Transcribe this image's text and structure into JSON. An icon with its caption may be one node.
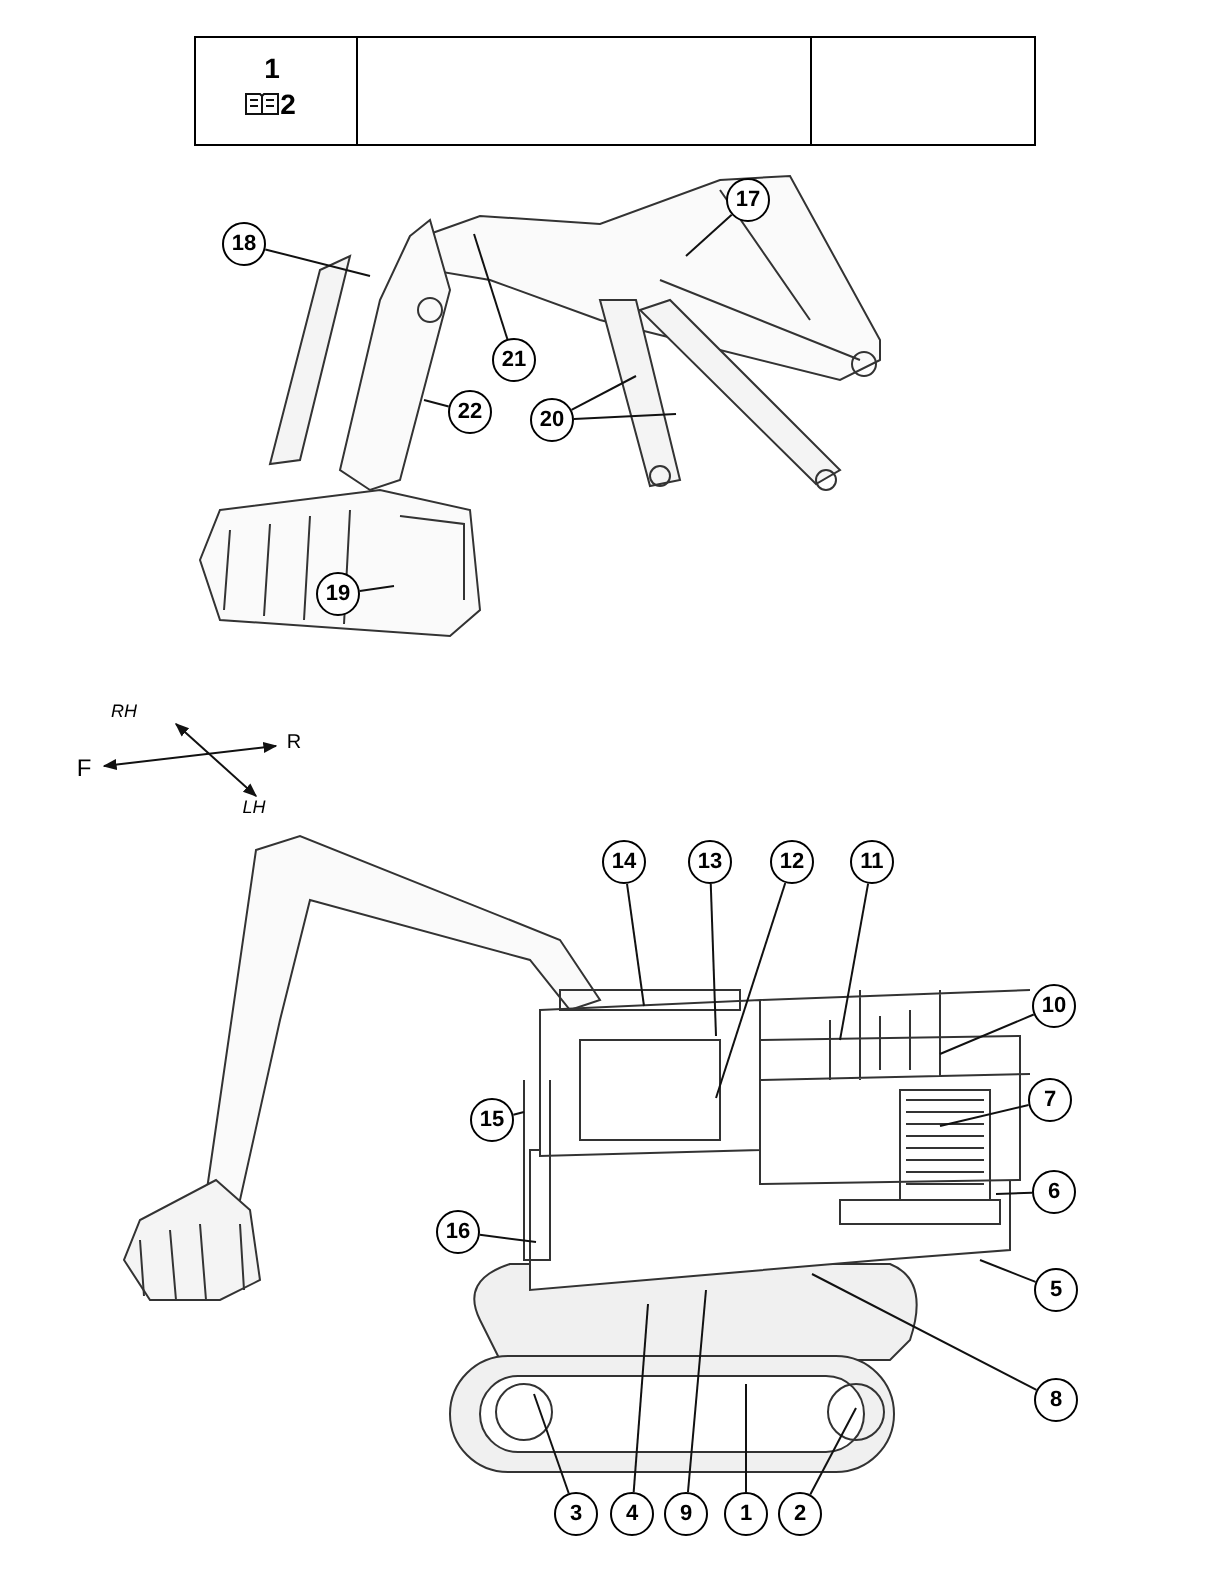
{
  "diagram": {
    "nodes": [
      {
        "text": [
          "1"
        ]
      },
      {
        "text": [
          "2"
        ]
      },
      {
        "text": [
          "3"
        ]
      },
      {
        "text": [
          "4"
        ]
      },
      {
        "text": [
          "5"
        ]
      },
      {
        "text": [
          "6"
        ]
      },
      {
        "text": [
          "7"
        ]
      },
      {
        "text": [
          "8"
        ]
      },
      {
        "text": [
          "9"
        ]
      },
      {
        "text": [
          "10"
        ]
      },
      {
        "text": [
          "11"
        ]
      },
      {
        "text": [
          "12"
        ]
      },
      {
        "text": [
          "13"
        ]
      },
      {
        "text": [
          "14"
        ]
      },
      {
        "text": [
          "15"
        ]
      },
      {
        "text": [
          "16"
        ]
      },
      {
        "text": [
          "17"
        ]
      },
      {
        "text": [
          "18"
        ]
      },
      {
        "text": [
          "19"
        ]
      },
      {
        "text": [
          "20"
        ]
      },
      {
        "text": [
          "21"
        ]
      },
      {
        "text": [
          "22"
        ]
      }
    ],
    "edges": [
      {
        "from": 0,
        "to": null,
        "arrow": "none"
      },
      {
        "from": 1,
        "to": null,
        "arrow": "none"
      },
      {
        "from": 2,
        "to": null,
        "arrow": "none"
      },
      {
        "from": 3,
        "to": null,
        "arrow": "none"
      },
      {
        "from": 4,
        "to": null,
        "arrow": "none"
      },
      {
        "from": 5,
        "to": null,
        "arrow": "none"
      },
      {
        "from": 6,
        "to": null,
        "arrow": "none"
      },
      {
        "from": 7,
        "to": null,
        "arrow": "none"
      },
      {
        "from": 8,
        "to": null,
        "arrow": "none"
      },
      {
        "from": 9,
        "to": null,
        "arrow": "none"
      },
      {
        "from": 10,
        "to": null,
        "arrow": "none"
      },
      {
        "from": 11,
        "to": null,
        "arrow": "none"
      },
      {
        "from": 12,
        "to": null,
        "arrow": "none"
      },
      {
        "from": 13,
        "to": null,
        "arrow": "none"
      },
      {
        "from": 14,
        "to": null,
        "arrow": "none"
      },
      {
        "from": 15,
        "to": null,
        "arrow": "none"
      },
      {
        "from": 16,
        "to": null,
        "arrow": "none"
      },
      {
        "from": 17,
        "to": null,
        "arrow": "none"
      },
      {
        "from": 18,
        "to": null,
        "arrow": "none"
      },
      {
        "from": 19,
        "to": null,
        "arrow": "none"
      },
      {
        "from": 19,
        "to": null,
        "arrow": "none"
      },
      {
        "from": 20,
        "to": null,
        "arrow": "none"
      },
      {
        "from": 21,
        "to": null,
        "arrow": "none"
      }
    ],
    "labels": [
      "1",
      "2",
      "RH",
      "R",
      "F",
      "LH"
    ]
  }
}
